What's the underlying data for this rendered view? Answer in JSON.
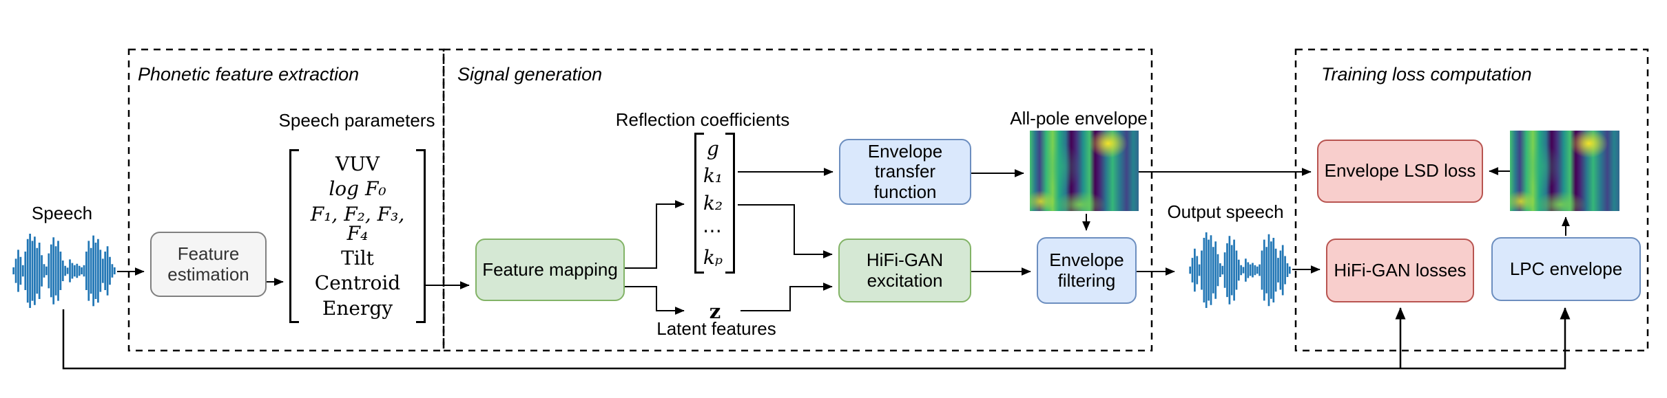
{
  "colors": {
    "box_green_fill": "#d5e8d4",
    "box_green_stroke": "#82b366",
    "box_blue_fill": "#dae8fc",
    "box_blue_stroke": "#6c8ebf",
    "box_red_fill": "#f8cecc",
    "box_red_stroke": "#b85450",
    "box_grey_fill": "#f5f5f5",
    "box_grey_stroke": "#808080",
    "waveform_blue": "#2176b5",
    "spectrogram_colormap": "viridis",
    "line_black": "#000000"
  },
  "sections": [
    {
      "title": "Phonetic feature extraction"
    },
    {
      "title": "Signal generation"
    },
    {
      "title": "Training loss computation"
    }
  ],
  "labels": {
    "speech": "Speech",
    "speech_parameters": "Speech parameters",
    "reflection_coefficients": "Reflection coefficients",
    "all_pole_envelope": "All-pole envelope",
    "output_speech": "Output speech",
    "latent_features": "Latent features",
    "z": "z"
  },
  "boxes": {
    "feature_estimation": "Feature estimation",
    "feature_mapping": "Feature mapping",
    "envelope_transfer_function": "Envelope transfer function",
    "hifi_gan_excitation": "HiFi-GAN excitation",
    "envelope_filtering": "Envelope filtering",
    "envelope_lsd_loss": "Envelope LSD loss",
    "hifi_gan_losses": "HiFi-GAN losses",
    "lpc_envelope": "LPC envelope"
  },
  "speech_parameters_vector": [
    "VUV",
    "log F₀",
    "F₁, F₂, F₃, F₄",
    "Tilt",
    "Centroid",
    "Energy"
  ],
  "reflection_coefficients_vector": [
    "g",
    "k₁",
    "k₂",
    "⋯",
    "kₚ"
  ]
}
